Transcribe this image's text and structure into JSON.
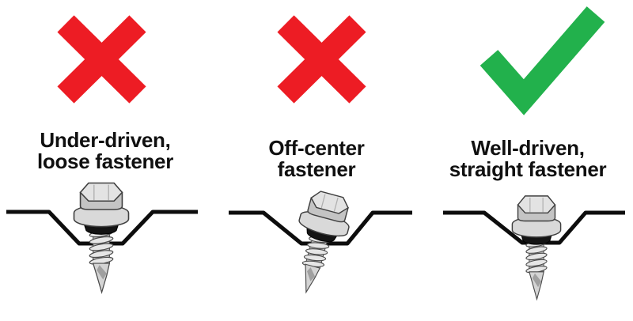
{
  "colors": {
    "cross_red": "#ed1c24",
    "check_green": "#22b14c",
    "metal_line": "#0d0d0d"
  },
  "panels": [
    {
      "id": "under-driven",
      "verdict": "incorrect",
      "mark_icon": "cross-icon",
      "label_line1": "Under-driven,",
      "label_line2": "loose fastener",
      "figure_alt": "Hex-head screw with sealing washer raised above the metal rib valley, threads exposed under the washer"
    },
    {
      "id": "off-center",
      "verdict": "incorrect",
      "mark_icon": "cross-icon",
      "label_line1": "Off-center",
      "label_line2": "fastener",
      "figure_alt": "Hex-head screw driven at a tilt, off the center of the metal rib valley"
    },
    {
      "id": "well-driven",
      "verdict": "correct",
      "mark_icon": "check-icon",
      "label_line1": "Well-driven,",
      "label_line2": "straight fastener",
      "figure_alt": "Hex-head screw driven straight with its sealing washer seated flush in the metal rib valley"
    }
  ]
}
